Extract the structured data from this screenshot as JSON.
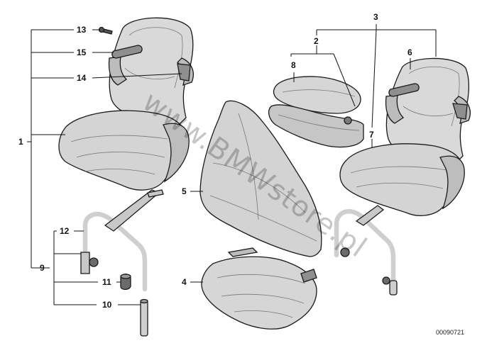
{
  "callouts": {
    "c1": "1",
    "c2": "2",
    "c3": "3",
    "c4": "4",
    "c5": "5",
    "c6": "6",
    "c7": "7",
    "c8": "8",
    "c9": "9",
    "c10": "10",
    "c11": "11",
    "c12": "12",
    "c13": "13",
    "c14": "14",
    "c15": "15"
  },
  "watermark": "www.BMWstore.pl",
  "reference_number": "00090721",
  "colors": {
    "line": "#111111",
    "part_fill": "#d6d6d6",
    "part_dark": "#a9a9a9",
    "background": "#ffffff"
  }
}
